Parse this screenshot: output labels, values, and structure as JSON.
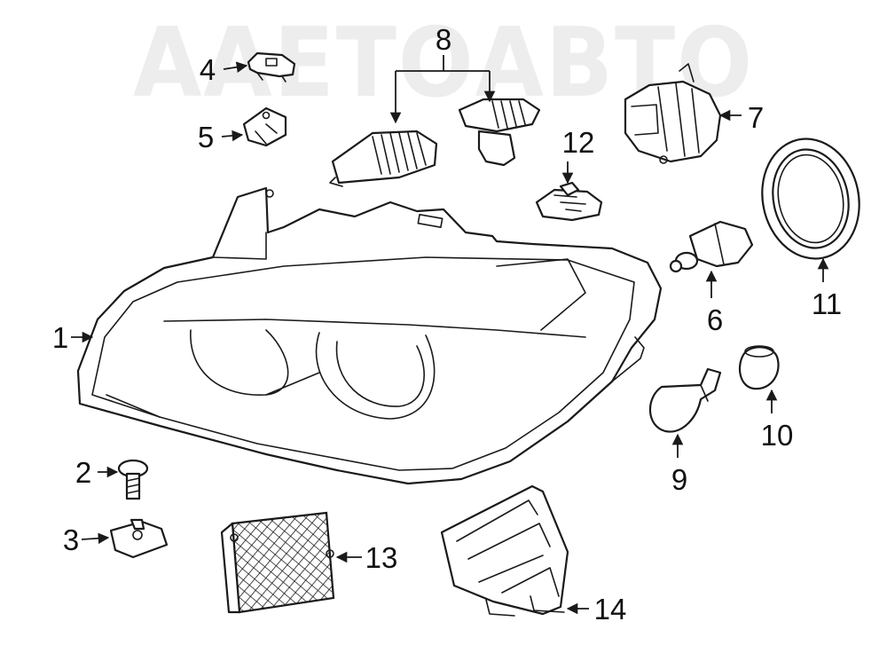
{
  "watermark": "ААЕТОАВТО",
  "callouts": [
    {
      "id": "1",
      "label": "1"
    },
    {
      "id": "2",
      "label": "2"
    },
    {
      "id": "3",
      "label": "3"
    },
    {
      "id": "4",
      "label": "4"
    },
    {
      "id": "5",
      "label": "5"
    },
    {
      "id": "6",
      "label": "6"
    },
    {
      "id": "7",
      "label": "7"
    },
    {
      "id": "8",
      "label": "8"
    },
    {
      "id": "9",
      "label": "9"
    },
    {
      "id": "10",
      "label": "10"
    },
    {
      "id": "11",
      "label": "11"
    },
    {
      "id": "12",
      "label": "12"
    },
    {
      "id": "13",
      "label": "13"
    },
    {
      "id": "14",
      "label": "14"
    }
  ],
  "colors": {
    "line": "#1a1a1a",
    "watermark": "#ededed",
    "background": "#ffffff"
  }
}
